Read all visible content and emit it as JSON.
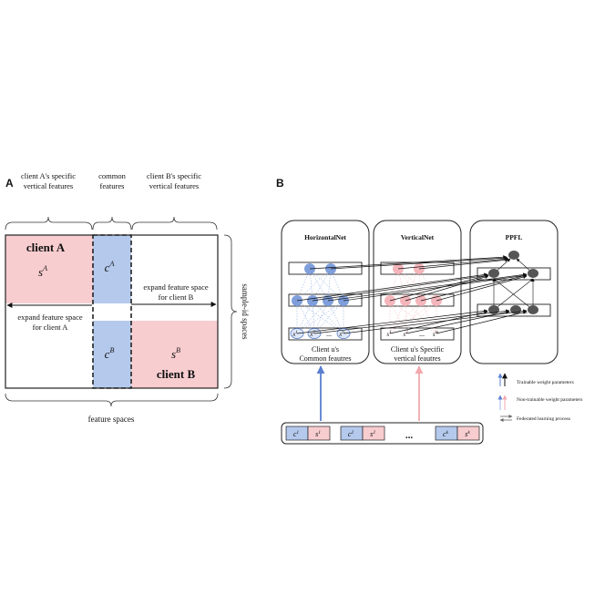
{
  "panelA": {
    "label": "A",
    "header_a_line1": "client A's specific",
    "header_a_line2": "vertical features",
    "header_common_line1": "common",
    "header_common_line2": "features",
    "header_b_line1": "client B's specific",
    "header_b_line2": "vertical features",
    "client_a": "client A",
    "client_b": "client B",
    "sa_base": "s",
    "sa_sup": "A",
    "ca_base": "c",
    "ca_sup": "A",
    "cb_base": "c",
    "cb_sup": "B",
    "sb_base": "s",
    "sb_sup": "B",
    "expand_b_line1": "expand feature space",
    "expand_b_line2": "for client B",
    "expand_a_line1": "expand feature space",
    "expand_a_line2": "for client A",
    "sample_id": "sample-id spaces",
    "feature_spaces": "feature spaces",
    "colors": {
      "pink": "#f8cdd0",
      "blue": "#b4c9ec",
      "border": "#222222"
    }
  },
  "panelB": {
    "label": "B",
    "horizontal_title": "HorizontalNet",
    "vertical_title": "VerticalNet",
    "ppfl_title": "PPFL",
    "horizontal_caption_1": "Client u's",
    "horizontal_caption_2": "Common feautres",
    "vertical_caption_1": "Client u's Specific",
    "vertical_caption_2": "vertical feautres",
    "h_inputs": [
      "x",
      "x",
      "...",
      "x"
    ],
    "h_input_sups": [
      "1",
      "2",
      "",
      "n"
    ],
    "v_inputs": [
      "s",
      "s",
      "...",
      "s"
    ],
    "v_input_sups": [
      "1",
      "2",
      "",
      "m"
    ],
    "ppfl_dots": "...",
    "bottom_items": [
      {
        "c": "c",
        "c_sup": "1",
        "s": "s",
        "s_sup": "1"
      },
      {
        "c": "c",
        "c_sup": "2",
        "s": "s",
        "s_sup": "2"
      },
      {
        "c": "c",
        "c_sup": "k",
        "s": "s",
        "s_sup": "k"
      }
    ],
    "bottom_ellipsis": "...",
    "legend": {
      "trainable": "Trainable weight parameters",
      "nontrainable": "Non-trainable weight parameters",
      "federated": "Federated learning process"
    },
    "colors": {
      "blue_node": "#7f9fdc",
      "pink_node": "#f4b6bb",
      "gray_node": "#555555",
      "blue_arrow": "#5a7fd0",
      "pink_arrow": "#f2a9ae"
    }
  }
}
